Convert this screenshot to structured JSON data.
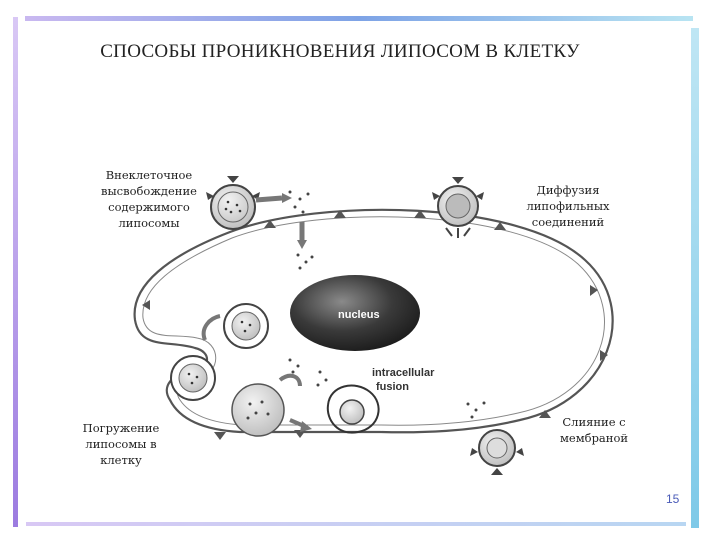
{
  "title": "СПОСОБЫ ПРОНИКНОВЕНИЯ ЛИПОСОМ В КЛЕТКУ",
  "labels": {
    "top_left": "Внеклеточное высвобождение содержимого липосомы",
    "top_right": "Диффузия липофильных соединений",
    "bottom_left": "Погружение липосомы в клетку",
    "bottom_right": "Слияние с мембраной"
  },
  "diagram": {
    "nucleus": "nucleus",
    "fusion_line1": "intracellular",
    "fusion_line2": "fusion"
  },
  "slide_number": "15",
  "colors": {
    "accent_bar": "#7ea3e6",
    "nucleus": "#333333",
    "membrane": "#555555",
    "slide_number": "#4a5bb8"
  }
}
